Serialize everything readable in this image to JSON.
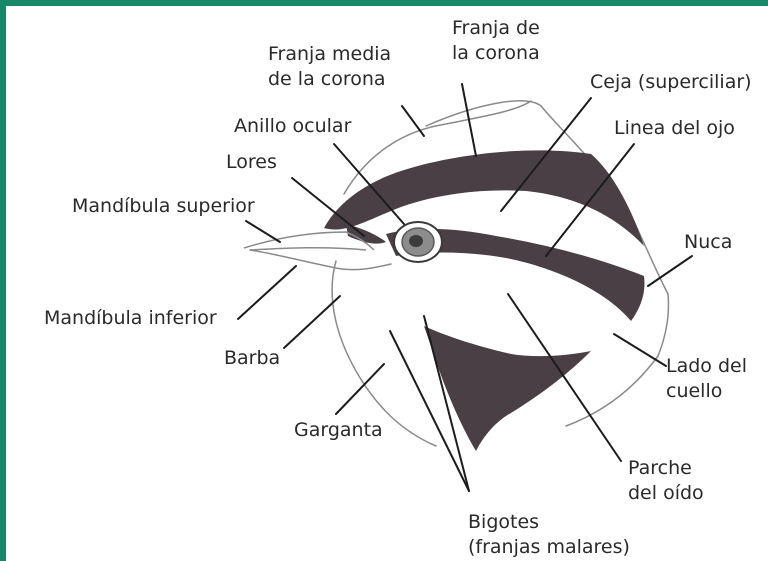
{
  "labels": {
    "franja_media": [
      "Franja media",
      "de la corona"
    ],
    "franja_corona": [
      "Franja de",
      "la corona"
    ],
    "ceja": "Ceja (superciliar)",
    "anillo": "Anillo ocular",
    "linea_ojo": "Linea del ojo",
    "lores": "Lores",
    "mandibula_superior": "Mandíbula superior",
    "nuca": "Nuca",
    "mandibula_inferior": "Mandíbula inferior",
    "barba": "Barba",
    "lado_cuello": [
      "Lado del",
      "cuello"
    ],
    "garganta": "Garganta",
    "parche_oido": [
      "Parche",
      "del oído"
    ],
    "bigotes": [
      "Bigotes",
      "(franjas malares)"
    ]
  },
  "colors": {
    "frame": "#17876a",
    "stripe": "#4a3f44",
    "line": "#1c1c1c",
    "outline": "#8a8a8a",
    "iris": "#8c8c8c"
  }
}
